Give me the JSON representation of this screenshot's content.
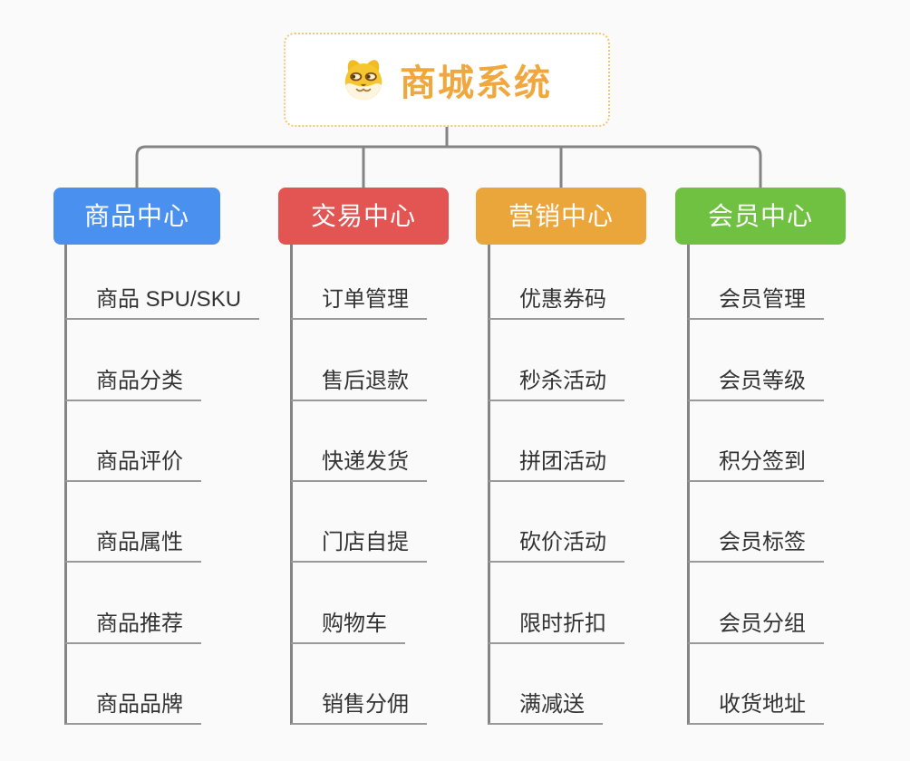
{
  "page": {
    "background_color": "#fafafa",
    "connector_color": "#848484",
    "leaf_underline_color": "#999999",
    "leaf_text_color": "#333333"
  },
  "root": {
    "title": "商城系统",
    "icon": "dog-face-icon",
    "text_color": "#f0a73e",
    "border_color": "#f7c76f"
  },
  "branches": [
    {
      "label": "商品中心",
      "color": "#4a90ee",
      "items": [
        "商品 SPU/SKU",
        "商品分类",
        "商品评价",
        "商品属性",
        "商品推荐",
        "商品品牌"
      ]
    },
    {
      "label": "交易中心",
      "color": "#e25552",
      "items": [
        "订单管理",
        "售后退款",
        "快递发货",
        "门店自提",
        "购物车",
        "销售分佣"
      ]
    },
    {
      "label": "营销中心",
      "color": "#eba63b",
      "items": [
        "优惠券码",
        "秒杀活动",
        "拼团活动",
        "砍价活动",
        "限时折扣",
        "满减送"
      ]
    },
    {
      "label": "会员中心",
      "color": "#70c142",
      "items": [
        "会员管理",
        "会员等级",
        "积分签到",
        "会员标签",
        "会员分组",
        "收货地址"
      ]
    }
  ]
}
